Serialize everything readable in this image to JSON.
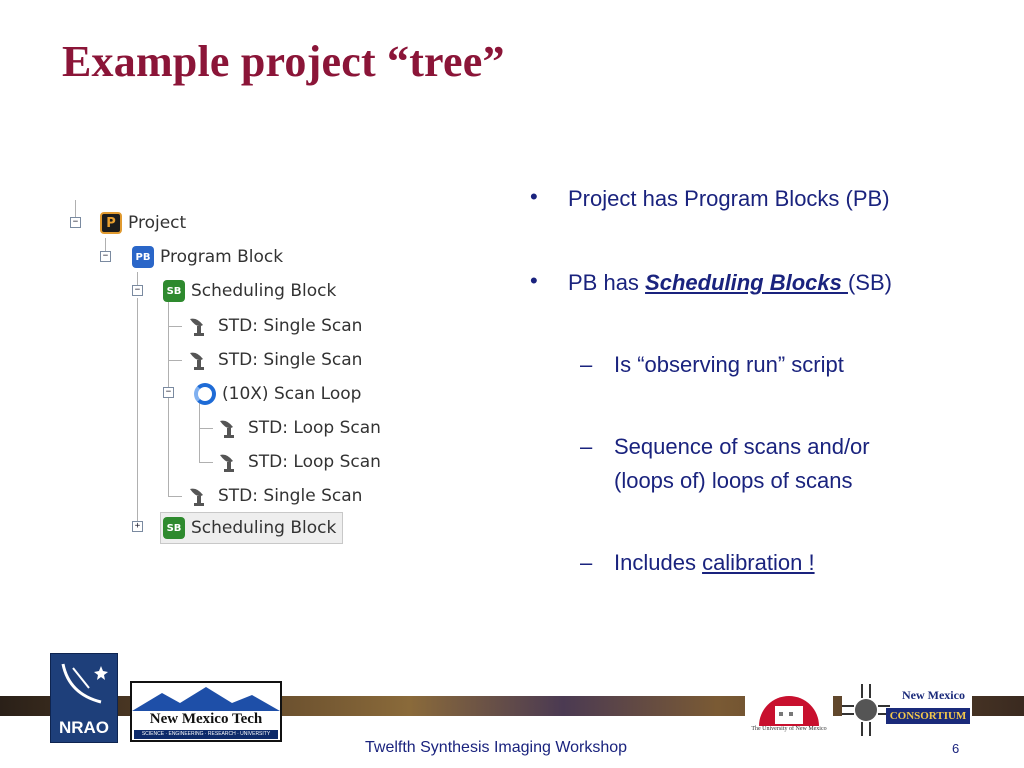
{
  "slide": {
    "title": "Example project “tree”",
    "footer": "Twelfth Synthesis Imaging Workshop",
    "page_number": "6"
  },
  "tree": {
    "nodes": [
      {
        "label": "Project",
        "icon": "project-icon",
        "badge": "P"
      },
      {
        "label": "Program Block",
        "icon": "program-block-icon",
        "badge": "PB"
      },
      {
        "label": "Scheduling Block",
        "icon": "scheduling-block-icon",
        "badge": "SB"
      },
      {
        "label": "STD: Single Scan",
        "icon": "antenna-dish-icon"
      },
      {
        "label": "STD: Single Scan",
        "icon": "antenna-dish-icon"
      },
      {
        "label": "(10X) Scan Loop",
        "icon": "loop-icon"
      },
      {
        "label": "STD: Loop Scan",
        "icon": "antenna-dish-icon"
      },
      {
        "label": "STD: Loop Scan",
        "icon": "antenna-dish-icon"
      },
      {
        "label": "STD: Single Scan",
        "icon": "antenna-dish-icon"
      },
      {
        "label": "Scheduling Block",
        "icon": "scheduling-block-icon",
        "badge": "SB"
      }
    ]
  },
  "bullets": {
    "b1": "Project  has Program Blocks (PB)",
    "b2_pre": "PB has ",
    "b2_link": "Scheduling Blocks ",
    "b2_post": "(SB)",
    "sub1": "Is “observing run” script",
    "sub2_line1": "Sequence of scans and/or",
    "sub2_line2": "(loops of) loops of scans",
    "sub3_pre": "Includes ",
    "sub3_link": "calibration !"
  },
  "logos": {
    "nrao": "NRAO",
    "nmt_name": "New Mexico Tech",
    "nmt_sub": "SCIENCE · ENGINEERING · RESEARCH · UNIVERSITY",
    "unm": "The University of New Mexico",
    "nmc_name": "New Mexico",
    "nmc_cons": "CONSORTIUM"
  },
  "colors": {
    "title": "#8b1538",
    "body_text": "#1a237e"
  }
}
